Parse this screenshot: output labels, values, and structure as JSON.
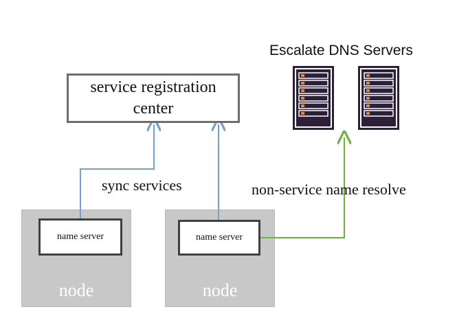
{
  "registry": {
    "line1": "service registration",
    "line2": "center"
  },
  "dns": {
    "title": "Escalate DNS Servers",
    "servers": [
      "server-icon",
      "server-icon"
    ]
  },
  "nodes": [
    {
      "label": "node",
      "name_server": "name server"
    },
    {
      "label": "node",
      "name_server": "name server"
    }
  ],
  "labels": {
    "sync": "sync services",
    "resolve": "non-service name resolve"
  },
  "colors": {
    "sync_arrow": "#6fa1d6",
    "resolve_arrow": "#6db33f",
    "node_fill": "#c9c8c9",
    "server_body": "#2b1f3a",
    "server_led": "#e8852d"
  }
}
